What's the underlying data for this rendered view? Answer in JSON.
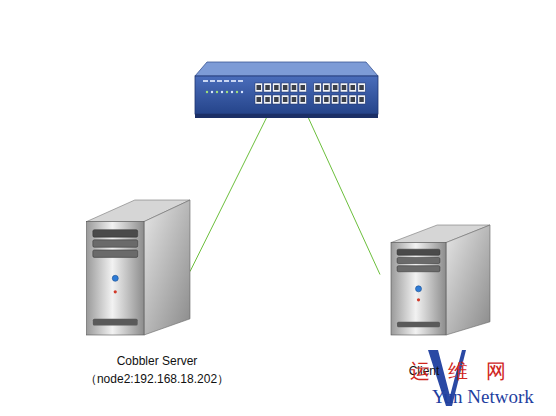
{
  "diagram": {
    "nodes": [
      {
        "text": []
      },
      {
        "text": [
          "Cobbler Server",
          "（node2:192.168.18.202）"
        ]
      },
      {
        "text": [
          "Client"
        ]
      }
    ],
    "edges": [
      {
        "from": 0,
        "to": 1,
        "arrow": "none"
      },
      {
        "from": 0,
        "to": 2,
        "arrow": "none"
      }
    ],
    "labels": [
      "运维网",
      "Yun Network"
    ]
  }
}
